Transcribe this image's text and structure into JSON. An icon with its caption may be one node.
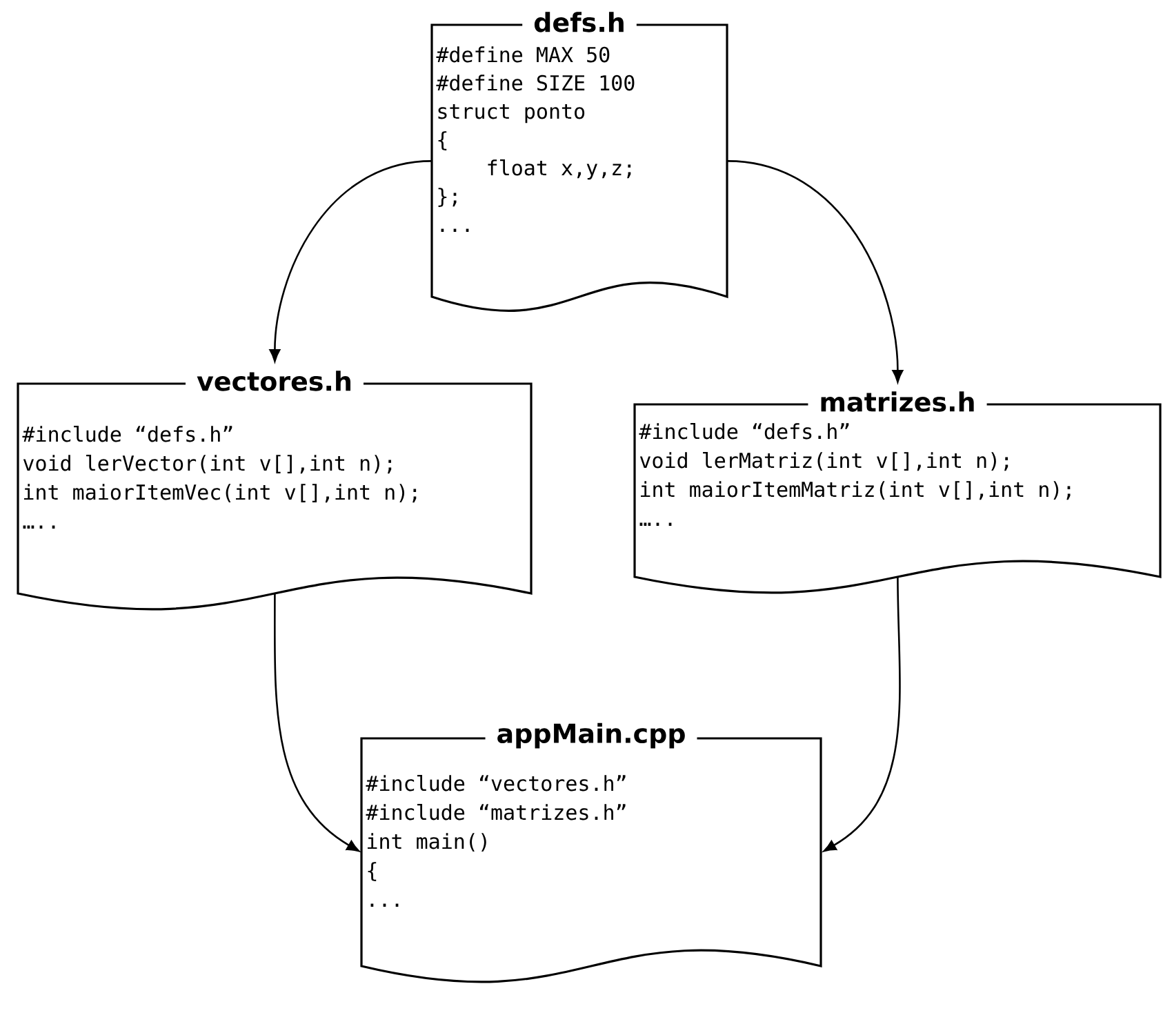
{
  "diagram": {
    "nodes": [
      {
        "text": [
          "defs.h",
          "#define MAX 50",
          "#define SIZE 100",
          "struct ponto",
          "{",
          "float x,y,z;",
          "};",
          "..."
        ]
      },
      {
        "text": [
          "vectores.h",
          "#include “defs.h”",
          "void lerVector(int v[],int n);",
          "int maiorItemVec(int v[],int n);",
          "….."
        ]
      },
      {
        "text": [
          "matrizes.h",
          "#include “defs.h”",
          "void lerMatriz(int v[],int n);",
          "int maiorItemMatriz(int v[],int n);",
          "….."
        ]
      },
      {
        "text": [
          "appMain.cpp",
          "#include “vectores.h”",
          "#include “matrizes.h”",
          "int main()",
          "{",
          "..."
        ]
      }
    ],
    "edges": [
      {
        "from": 0,
        "to": 1,
        "arrow": "to"
      },
      {
        "from": 0,
        "to": 2,
        "arrow": "to"
      },
      {
        "from": 1,
        "to": 3,
        "arrow": "to"
      },
      {
        "from": 2,
        "to": 3,
        "arrow": "to"
      }
    ]
  }
}
